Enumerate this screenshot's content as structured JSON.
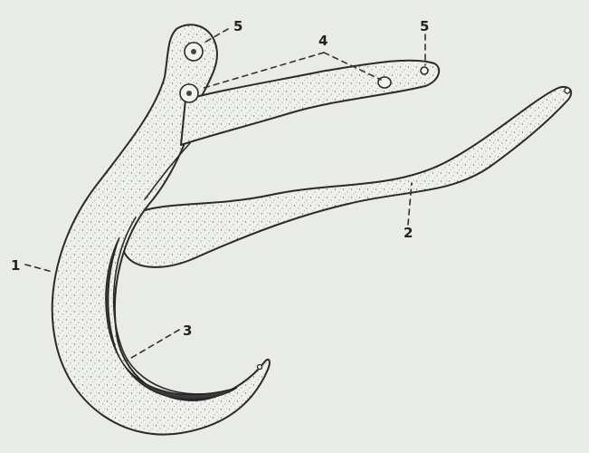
{
  "labels": {
    "body": "1",
    "female": "2",
    "gynecophoral_canal": "3",
    "ventral_sucker": "4",
    "oral_sucker": "5"
  }
}
